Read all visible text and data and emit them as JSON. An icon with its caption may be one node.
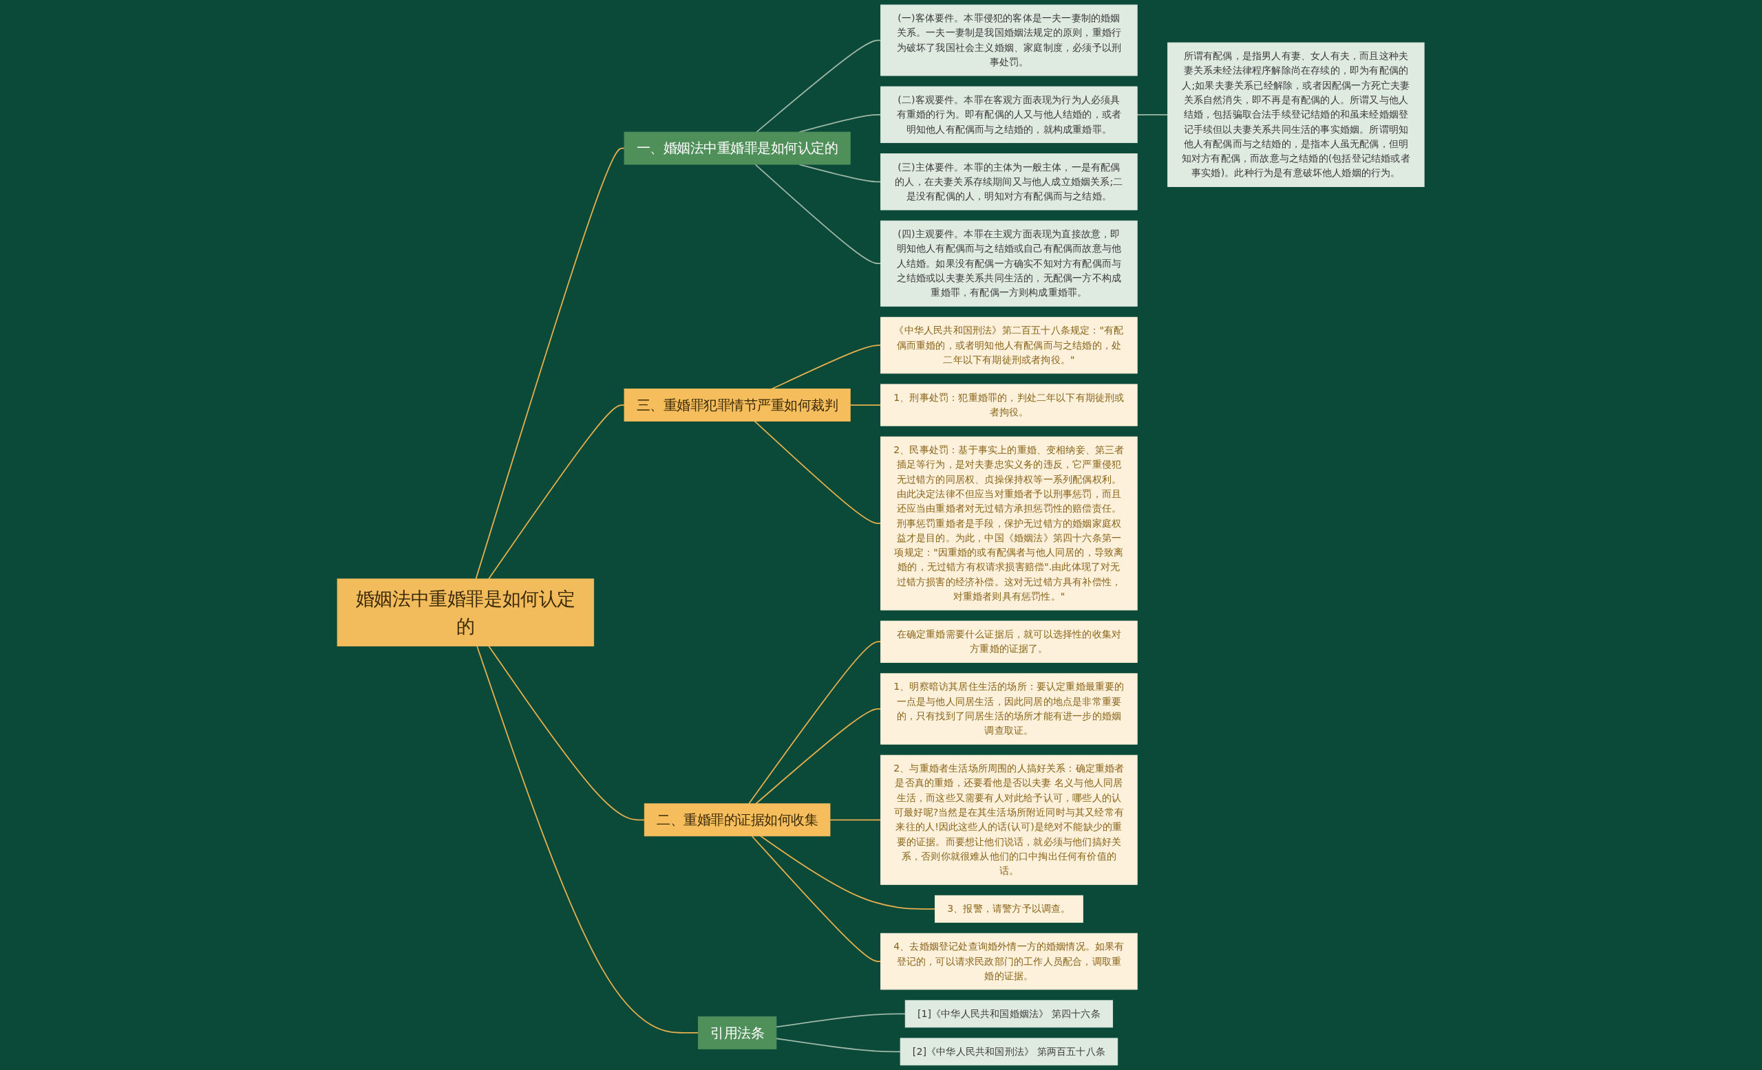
{
  "diagram": {
    "nodes": [
      {
        "text": [
          "婚姻法中重婚罪是如何认定的"
        ]
      },
      {
        "text": [
          "一、婚姻法中重婚罪是如何认定的"
        ]
      },
      {
        "text": [
          "(一)客体要件。本罪侵犯的客体是一夫一妻制的婚姻关系。一夫一妻制是我国婚姻法规定的原则，重婚行为破坏了我国社会主义婚姻、家庭制度，必须予以刑事处罚。"
        ]
      },
      {
        "text": [
          "(二)客观要件。本罪在客观方面表现为行为人必须具有重婚的行为。即有配偶的人又与他人结婚的，或者明知他人有配偶而与之结婚的，就构成重婚罪。"
        ]
      },
      {
        "text": [
          "所谓有配偶，是指男人有妻、女人有夫，而且这种夫妻关系未经法律程序解除尚在存续的，即为有配偶的人;如果夫妻关系已经解除，或者因配偶一方死亡夫妻关系自然消失，即不再是有配偶的人。所谓又与他人结婚，包括骗取合法手续登记结婚的和虽未经婚姻登记手续但以夫妻关系共同生活的事实婚姻。所谓明知他人有配偶而与之结婚的，是指本人虽无配偶，但明知对方有配偶，而故意与之结婚的(包括登记结婚或者事实婚)。此种行为是有意破坏他人婚姻的行为。"
        ]
      },
      {
        "text": [
          "(三)主体要件。本罪的主体为一般主体，一是有配偶的人，在夫妻关系存续期间又与他人成立婚姻关系;二是没有配偶的人，明知对方有配偶而与之结婚。"
        ]
      },
      {
        "text": [
          "(四)主观要件。本罪在主观方面表现为直接故意，即明知他人有配偶而与之结婚或自己有配偶而故意与他人结婚。如果没有配偶一方确实不知对方有配偶而与之结婚或以夫妻关系共同生活的，无配偶一方不构成重婚罪，有配偶一方则构成重婚罪。"
        ]
      },
      {
        "text": [
          "三、重婚罪犯罪情节严重如何裁判"
        ]
      },
      {
        "text": [
          "《中华人民共和国刑法》第二百五十八条规定：\"有配偶而重婚的，或者明知他人有配偶而与之结婚的，处二年以下有期徒刑或者拘役。\""
        ]
      },
      {
        "text": [
          "1、刑事处罚：犯重婚罪的，判处二年以下有期徒刑或者拘役。"
        ]
      },
      {
        "text": [
          "2、民事处罚：基于事实上的重婚、变相纳妾、第三者插足等行为，是对夫妻忠实义务的违反，它严重侵犯无过错方的同居权、贞操保持权等一系列配偶权利。由此决定法律不但应当对重婚者予以刑事惩罚，而且还应当由重婚者对无过错方承担惩罚性的赔偿责任。刑事惩罚重婚者是手段，保护无过错方的婚姻家庭权益才是目的。为此，中国《婚姻法》第四十六条第一项规定：\"因重婚的或有配偶者与他人同居的，导致离婚的，无过错方有权请求损害赔偿\".由此体现了对无过错方损害的经济补偿。这对无过错方具有补偿性，对重婚者则具有惩罚性。\""
        ]
      },
      {
        "text": [
          "二、重婚罪的证据如何收集"
        ]
      },
      {
        "text": [
          "在确定重婚需要什么证据后，就可以选择性的收集对方重婚的证据了。"
        ]
      },
      {
        "text": [
          "1、明察暗访其居住生活的场所：要认定重婚最重要的一点是与他人同居生活，因此同居的地点是非常重要的，只有找到了同居生活的场所才能有进一步的婚姻调查取证。"
        ]
      },
      {
        "text": [
          "2、与重婚者生活场所周围的人搞好关系：确定重婚者是否真的重婚，还要看他是否以夫妻 名义与他人同居生活，而这些又需要有人对此给予认可，哪些人的认可最好呢?当然是在其生活场所附近同时与其又经常有来往的人!因此这些人的话(认可)是绝对不能缺少的重要的证据。而要想让他们说话，就必须与他们搞好关系，否则你就很难从他们的口中掏出任何有价值的话。"
        ]
      },
      {
        "text": [
          "3、报警，请警方予以调查。"
        ]
      },
      {
        "text": [
          "4、去婚姻登记处查询婚外情一方的婚姻情况。如果有登记的，可以请求民政部门的工作人员配合，调取重婚的证据。"
        ]
      },
      {
        "text": [
          "引用法条"
        ]
      },
      {
        "text": [
          "[1]《中华人民共和国婚姻法》 第四十六条"
        ]
      },
      {
        "text": [
          "[2]《中华人民共和国刑法》 第两百五十八条"
        ]
      }
    ],
    "edges": [
      {
        "from": 0,
        "to": 1,
        "arrow": "none"
      },
      {
        "from": 1,
        "to": 2,
        "arrow": "none",
        "color": "#9fb8a8"
      },
      {
        "from": 1,
        "to": 3,
        "arrow": "none",
        "color": "#9fb8a8"
      },
      {
        "from": 3,
        "to": 4,
        "arrow": "none",
        "color": "#9fb8a8"
      },
      {
        "from": 1,
        "to": 5,
        "arrow": "none",
        "color": "#9fb8a8"
      },
      {
        "from": 1,
        "to": 6,
        "arrow": "none",
        "color": "#9fb8a8"
      },
      {
        "from": 0,
        "to": 7,
        "arrow": "none"
      },
      {
        "from": 7,
        "to": 8,
        "arrow": "none"
      },
      {
        "from": 7,
        "to": 9,
        "arrow": "none"
      },
      {
        "from": 7,
        "to": 10,
        "arrow": "none"
      },
      {
        "from": 0,
        "to": 11,
        "arrow": "none"
      },
      {
        "from": 11,
        "to": 12,
        "arrow": "none"
      },
      {
        "from": 11,
        "to": 13,
        "arrow": "none"
      },
      {
        "from": 11,
        "to": 14,
        "arrow": "none"
      },
      {
        "from": 11,
        "to": 15,
        "arrow": "none"
      },
      {
        "from": 11,
        "to": 16,
        "arrow": "none"
      },
      {
        "from": 0,
        "to": 17,
        "arrow": "none"
      },
      {
        "from": 17,
        "to": 18,
        "arrow": "none",
        "color": "#9fb8a8"
      },
      {
        "from": 17,
        "to": 19,
        "arrow": "none",
        "color": "#9fb8a8"
      }
    ]
  }
}
